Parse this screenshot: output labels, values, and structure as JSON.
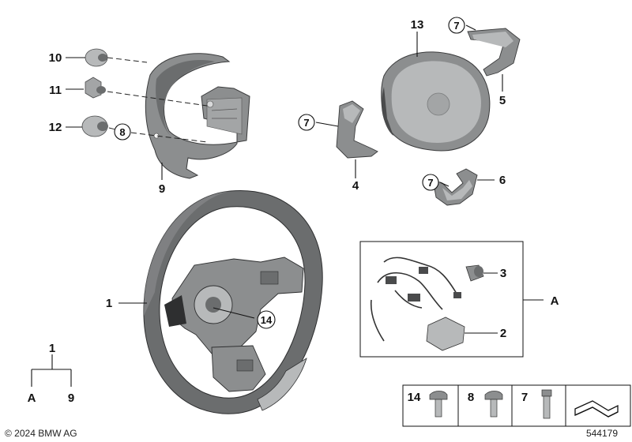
{
  "labels": {
    "p1": "1",
    "p2": "2",
    "p3": "3",
    "p4": "4",
    "p5": "5",
    "p6": "6",
    "p7a": "7",
    "p7b": "7",
    "p7c": "7",
    "p8": "8",
    "p9": "9",
    "p10": "10",
    "p11": "11",
    "p12": "12",
    "p13": "13",
    "p14": "14",
    "pA": "A"
  },
  "tree": {
    "root": "1",
    "left": "A",
    "right": "9"
  },
  "legend": {
    "i14": "14",
    "i8": "8",
    "i7": "7"
  },
  "footer": {
    "copyright": "© 2024 BMW AG",
    "diagram_id": "544179"
  },
  "colors": {
    "part_dark": "#6b6d6e",
    "part_mid": "#8c8e8f",
    "part_light": "#b7b9ba",
    "line": "#111111"
  }
}
